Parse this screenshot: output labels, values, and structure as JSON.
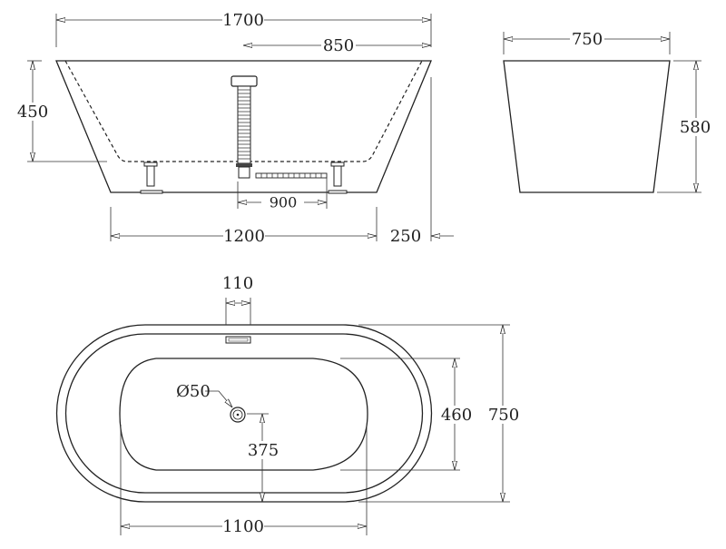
{
  "drawing": {
    "front_view": {
      "overall_length": "1700",
      "half_length": "850",
      "inner_depth": "450",
      "waste_spacing": "900",
      "base_length": "1200",
      "offset": "250"
    },
    "side_view": {
      "width": "750",
      "height": "580"
    },
    "plan_view": {
      "overflow_width": "110",
      "drain_diameter": "Ø50",
      "drain_offset": "375",
      "basin_width": "460",
      "overall_width": "750",
      "basin_length": "1100"
    },
    "line_color": "#222222"
  }
}
